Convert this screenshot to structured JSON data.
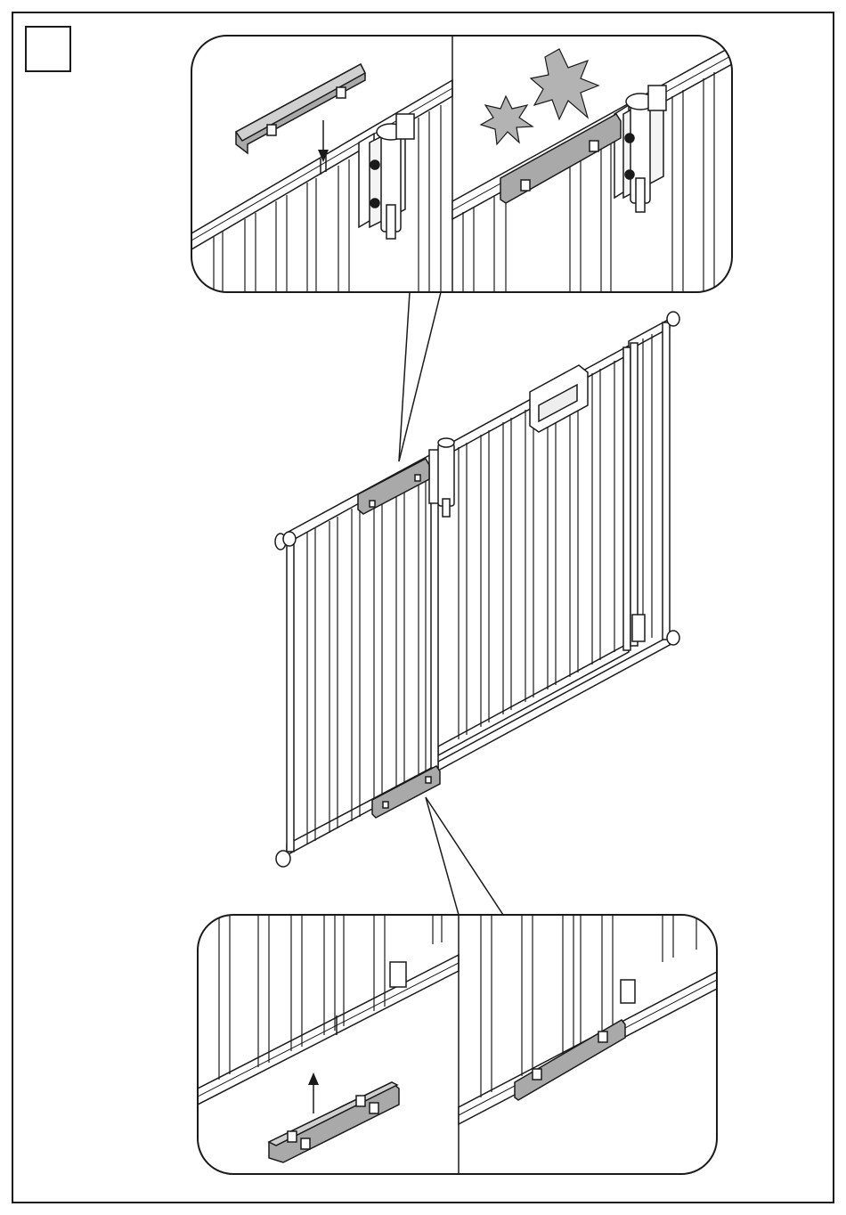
{
  "step_number": "",
  "colors": {
    "line": "#1a1a1a",
    "clip": "#a9a9a9",
    "star": "#b3b3b3",
    "paper": "#ffffff"
  },
  "figures": {
    "top_left_detail": "clip-insert-top",
    "top_right_detail": "clip-installed-top",
    "main_view": "safety-gate",
    "bottom_left_detail": "clip-insert-bottom",
    "bottom_right_detail": "clip-installed-bottom"
  }
}
